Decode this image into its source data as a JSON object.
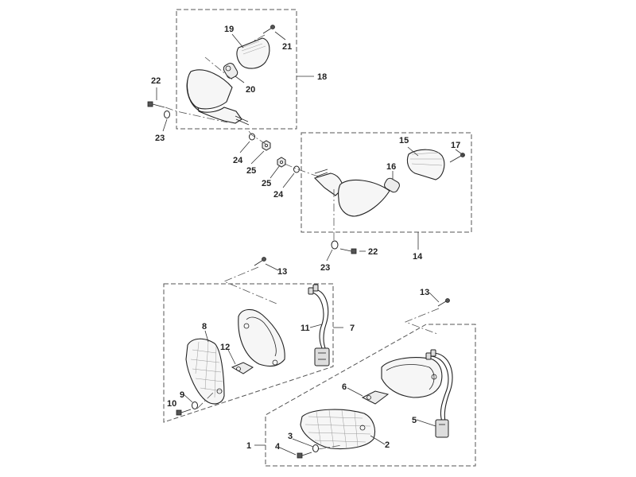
{
  "callouts": {
    "n1": "1",
    "n2": "2",
    "n3": "3",
    "n4": "4",
    "n5": "5",
    "n6": "6",
    "n7": "7",
    "n8": "8",
    "n9": "9",
    "n10": "10",
    "n11": "11",
    "n12": "12",
    "n13a": "13",
    "n13b": "13",
    "n14": "14",
    "n15": "15",
    "n16": "16",
    "n17": "17",
    "n18": "18",
    "n19": "19",
    "n20": "20",
    "n21": "21",
    "n22a": "22",
    "n22b": "22",
    "n23a": "23",
    "n23b": "23",
    "n24a": "24",
    "n24b": "24",
    "n25a": "25",
    "n25b": "25"
  }
}
